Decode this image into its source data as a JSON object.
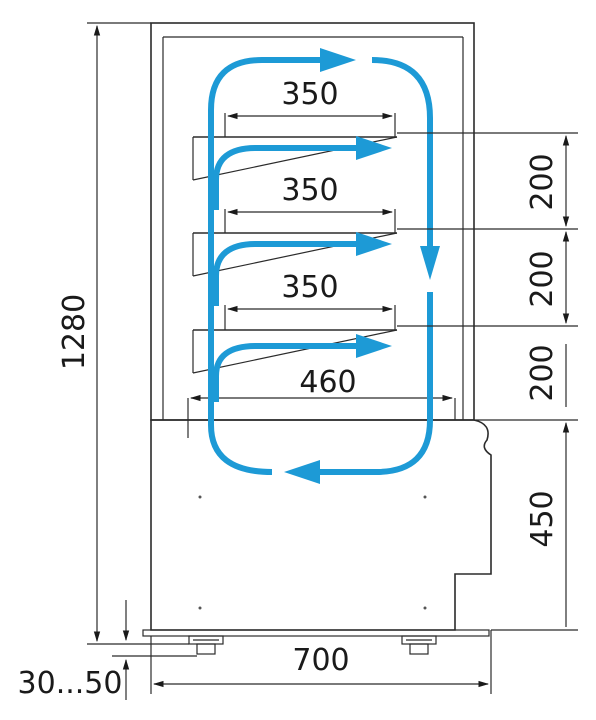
{
  "drawing": {
    "overall_height": "1280",
    "case_width": "700",
    "leg_adjustment": "30...50",
    "shelf_1_depth": "350",
    "shelf_2_depth": "350",
    "shelf_3_depth": "350",
    "base_deck_depth": "460",
    "shelf_spacing_top": "200",
    "shelf_spacing_middle": "200",
    "shelf_spacing_bottom": "200",
    "base_height": "450"
  },
  "colors": {
    "airflow": "#1d9ad6",
    "linework": "#2b2b2b"
  }
}
